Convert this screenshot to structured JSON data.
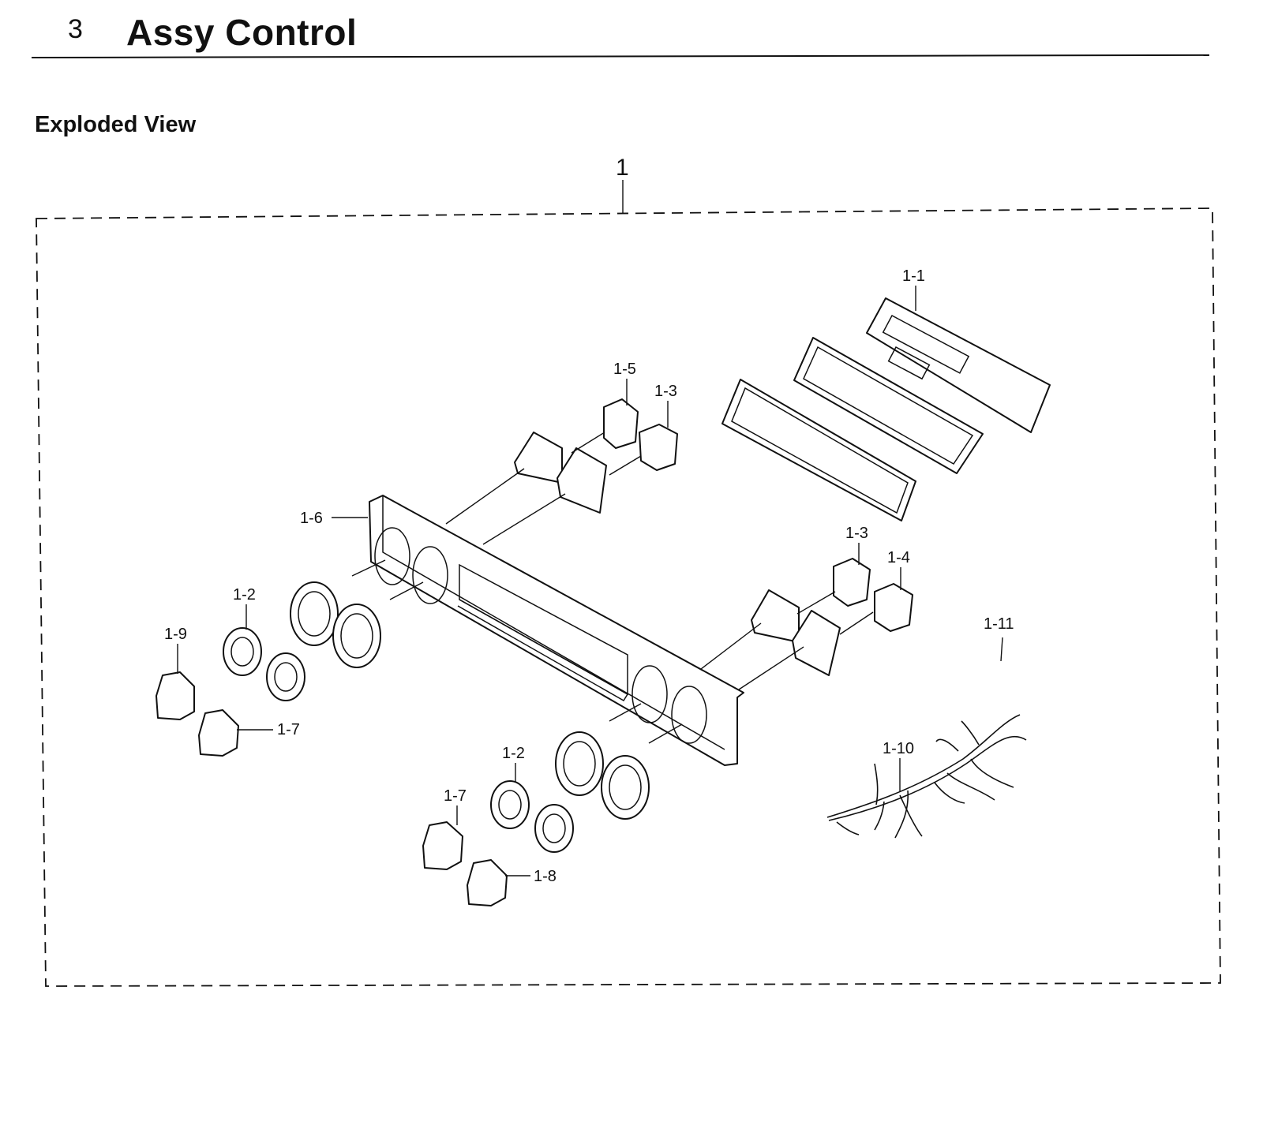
{
  "header": {
    "section_number": "3",
    "title": "Assy Control"
  },
  "subtitle": "Exploded View",
  "diagram": {
    "assembly_label": "1",
    "callouts": [
      {
        "id": "c-1-1",
        "text": "1-1"
      },
      {
        "id": "c-1-5",
        "text": "1-5"
      },
      {
        "id": "c-1-3-top",
        "text": "1-3"
      },
      {
        "id": "c-1-6",
        "text": "1-6"
      },
      {
        "id": "c-1-3-right",
        "text": "1-3"
      },
      {
        "id": "c-1-4",
        "text": "1-4"
      },
      {
        "id": "c-1-2-left",
        "text": "1-2"
      },
      {
        "id": "c-1-9",
        "text": "1-9"
      },
      {
        "id": "c-1-7-left",
        "text": "1-7"
      },
      {
        "id": "c-1-11",
        "text": "1-11"
      },
      {
        "id": "c-1-10",
        "text": "1-10"
      },
      {
        "id": "c-1-2-bottom",
        "text": "1-2"
      },
      {
        "id": "c-1-7-bottom",
        "text": "1-7"
      },
      {
        "id": "c-1-8",
        "text": "1-8"
      }
    ]
  }
}
